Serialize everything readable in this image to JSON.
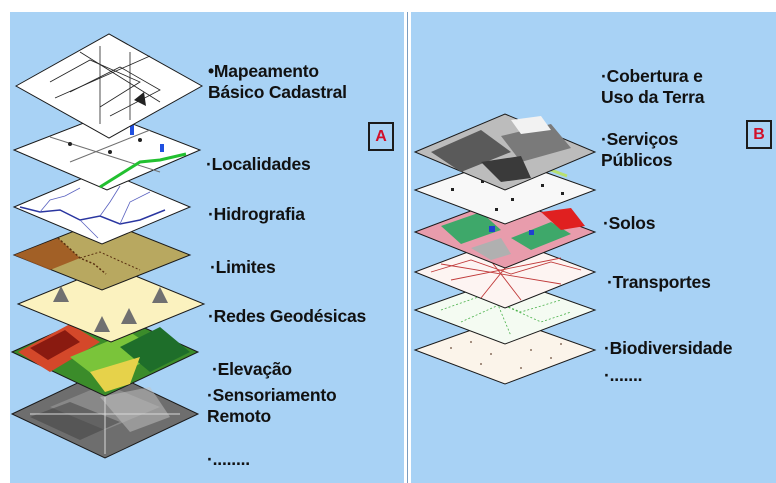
{
  "panel_a": {
    "badge": "A",
    "labels": {
      "mapeamento": "•Mapeamento\nBásico Cadastral",
      "localidades": "·Localidades",
      "hidrografia": "·Hidrografia",
      "limites": "·Limites",
      "redes": "·Redes Geodésicas",
      "elevacao": "·Elevação",
      "sensoriamento": "·Sensoriamento\nRemoto",
      "ellipsis": "·........"
    }
  },
  "panel_b": {
    "badge": "B",
    "labels": {
      "cobertura": "·Cobertura e\nUso da Terra",
      "servicos": "·Serviços\nPúblicos",
      "solos": "·Solos",
      "transportes": "·Transportes",
      "biodiversidade": "·Biodiversidade",
      "ellipsis": "·......."
    }
  },
  "colors": {
    "background": "#a8d2f5",
    "badge_text": "#d0102a",
    "label_text": "#111111"
  }
}
